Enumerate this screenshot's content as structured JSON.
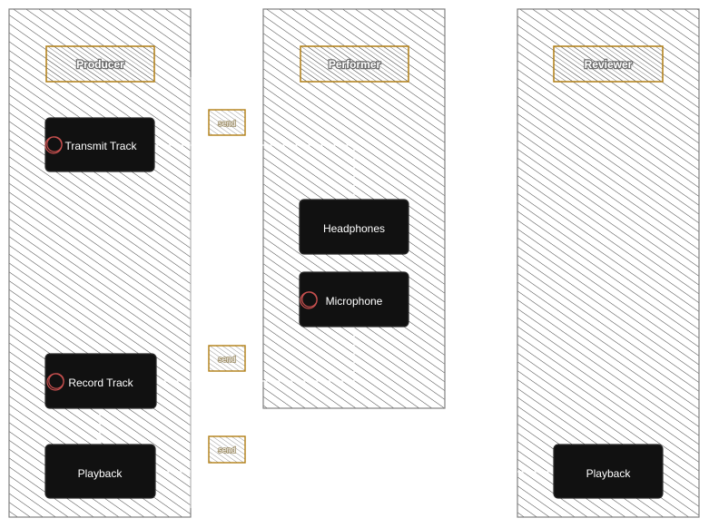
{
  "colors": {
    "lane_hatch": "#2b2b2b",
    "lane_border": "#808080",
    "title_accent": "#b07d12",
    "node_fill": "#111111",
    "node_text": "#ffffff",
    "marker_color": "#c8504f",
    "connector": "#ffffff"
  },
  "lanes": [
    {
      "id": "producer",
      "title": "Producer"
    },
    {
      "id": "performer",
      "title": "Performer"
    },
    {
      "id": "reviewer",
      "title": "Reviewer"
    }
  ],
  "nodes": {
    "transmit_track": {
      "label": "Transmit Track",
      "marker": "red-circle-icon"
    },
    "record_track": {
      "label": "Record Track",
      "marker": "red-circle-icon"
    },
    "producer_playback": {
      "label": "Playback"
    },
    "headphones": {
      "label": "Headphones"
    },
    "microphone": {
      "label": "Microphone",
      "marker": "red-circle-icon"
    },
    "reviewer_playback": {
      "label": "Playback"
    }
  },
  "tags": {
    "tag_1": {
      "label": "send"
    },
    "tag_2": {
      "label": "send"
    },
    "tag_3": {
      "label": "send"
    }
  }
}
